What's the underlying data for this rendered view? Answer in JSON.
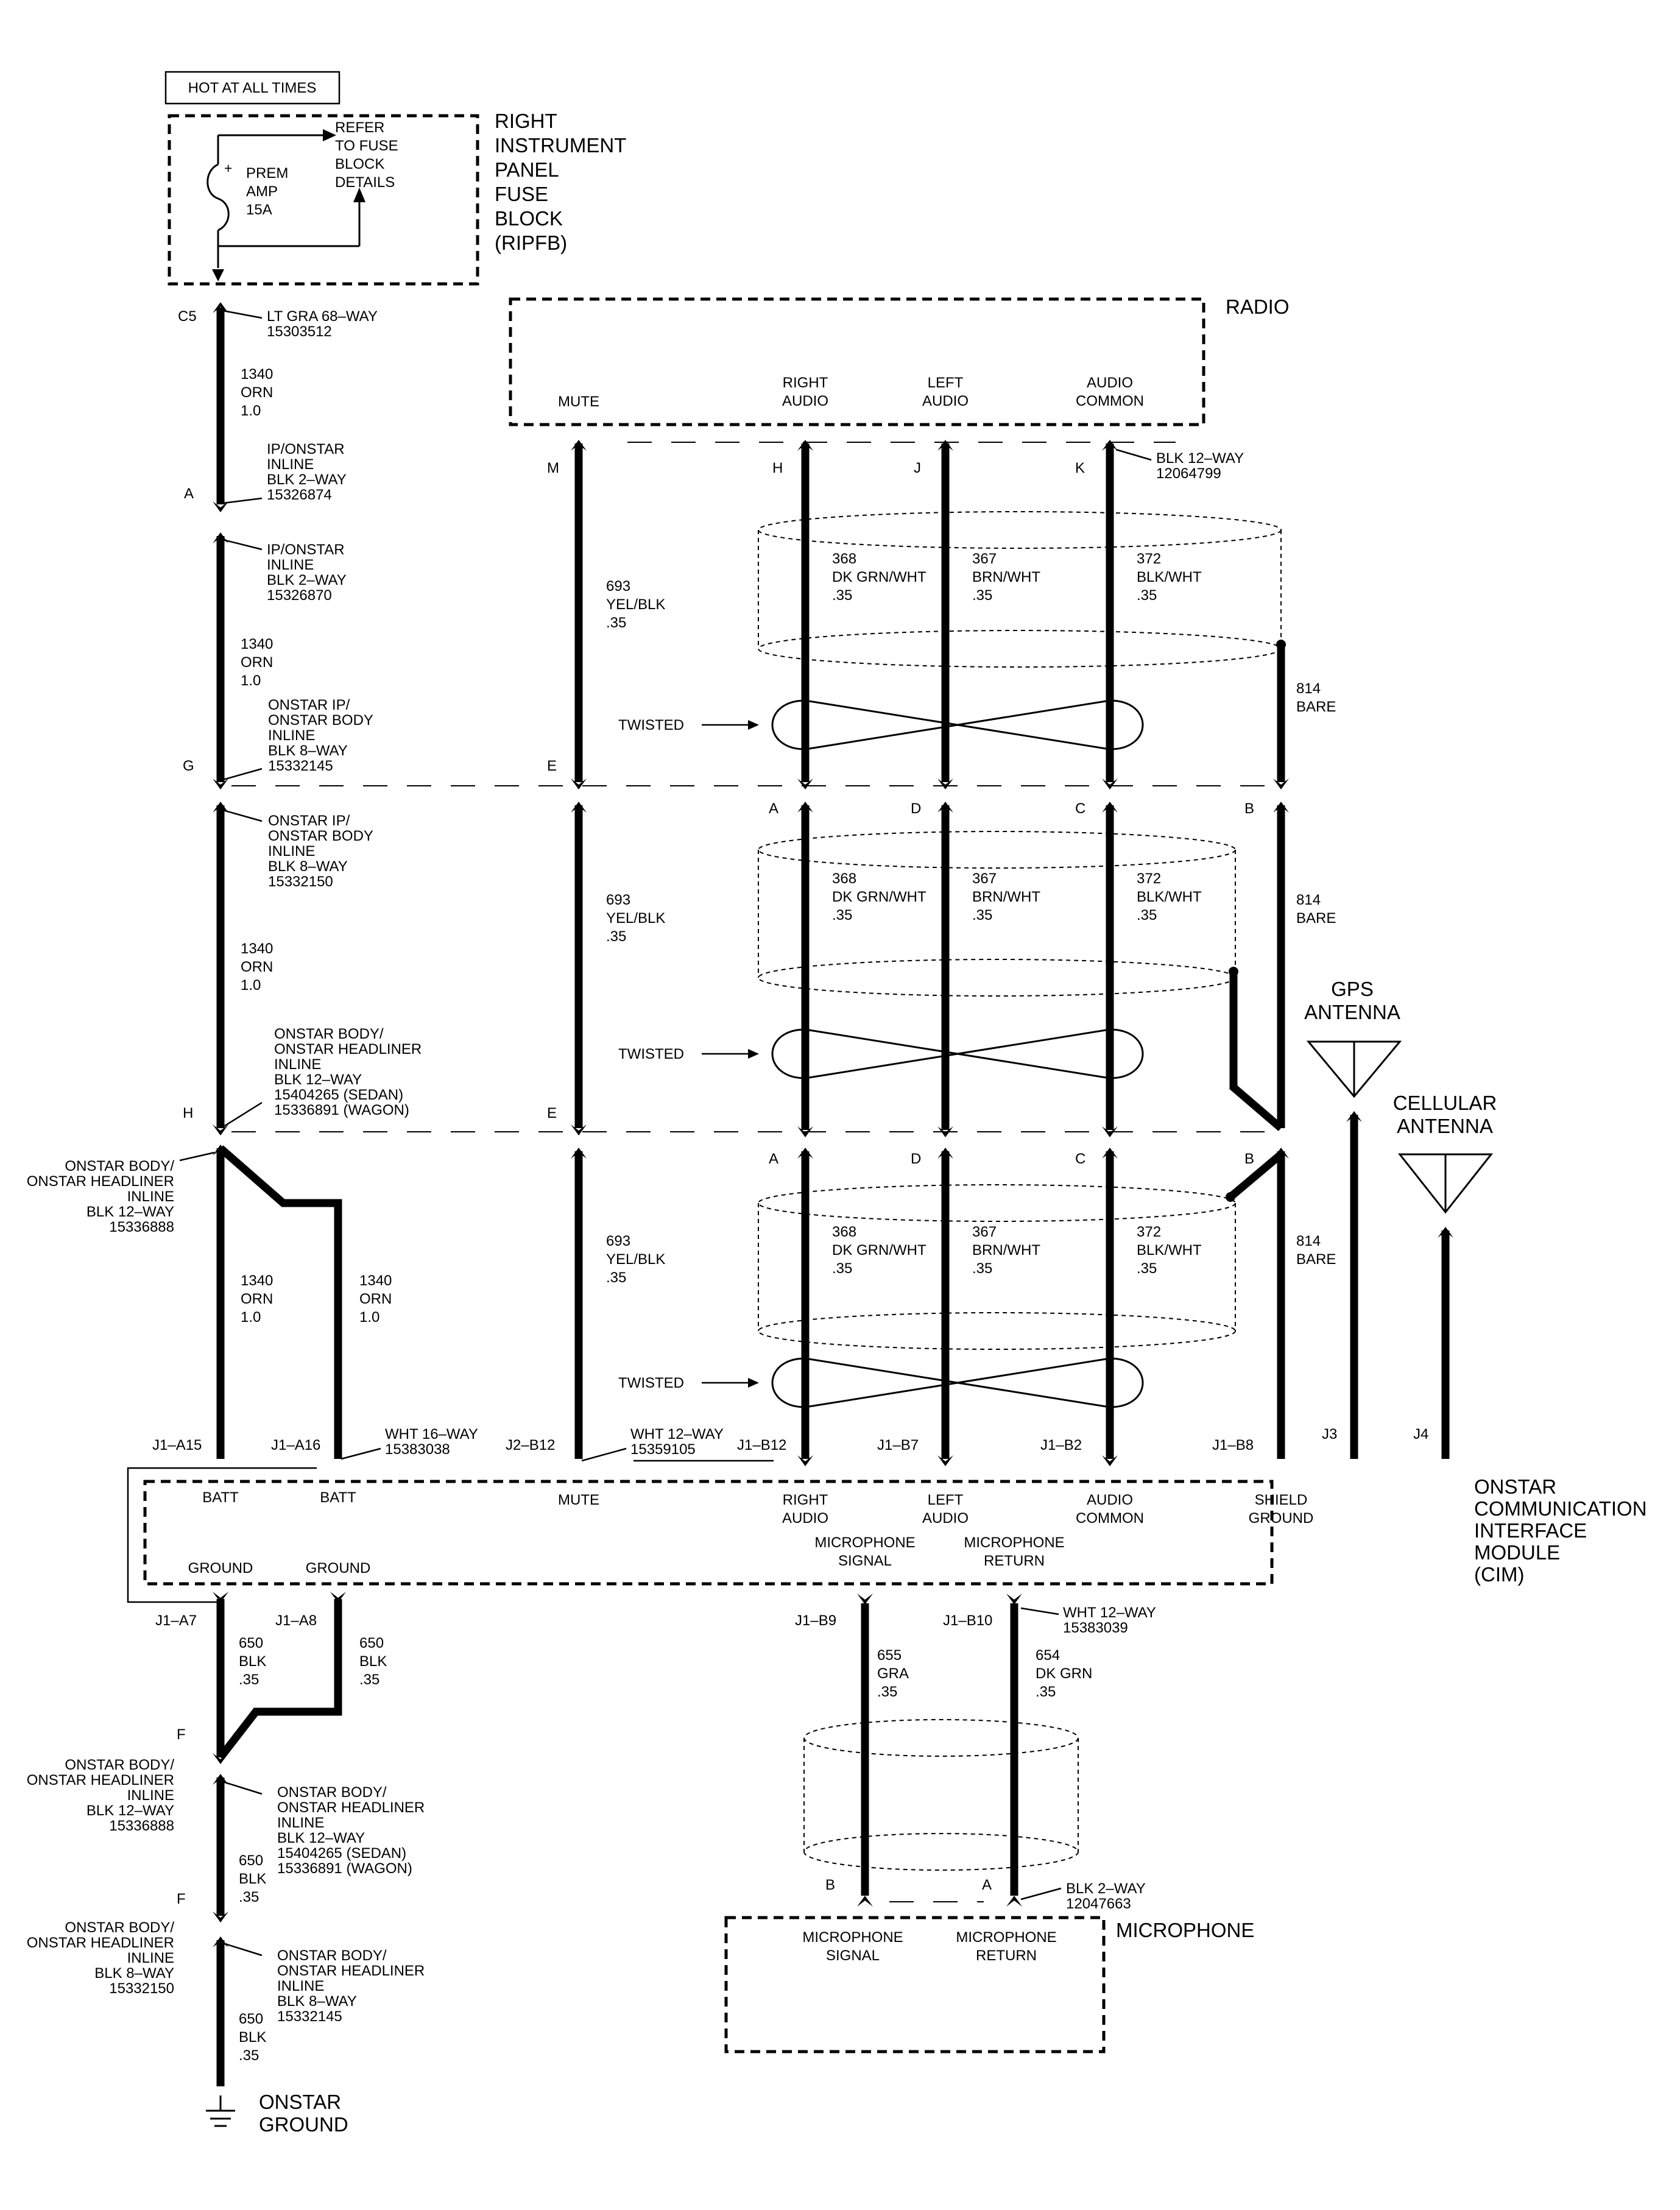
{
  "hot_label": "HOT AT ALL TIMES",
  "fuse_block": {
    "name_lines": [
      "RIGHT",
      "INSTRUMENT",
      "PANEL",
      "FUSE",
      "BLOCK",
      "(RIPFB)"
    ],
    "refer_lines": [
      "REFER",
      "TO FUSE",
      "BLOCK",
      "DETAILS"
    ],
    "fuse_lines": [
      "PREM",
      "AMP",
      "15A"
    ],
    "plus": "+"
  },
  "radio": {
    "title": "RADIO",
    "mute": "MUTE",
    "right_audio": [
      "RIGHT",
      "AUDIO"
    ],
    "left_audio": [
      "LEFT",
      "AUDIO"
    ],
    "audio_common": [
      "AUDIO",
      "COMMON"
    ],
    "connector": [
      "BLK 12–WAY",
      "12064799"
    ]
  },
  "pins": {
    "c5": "C5",
    "a": "A",
    "g": "G",
    "h": "H",
    "m": "M",
    "e1": "E",
    "e2": "E",
    "r_h": "H",
    "r_j": "J",
    "r_k": "K",
    "s1_a": "A",
    "s1_d": "D",
    "s1_c": "C",
    "s1_b": "B",
    "s2_a": "A",
    "s2_d": "D",
    "s2_c": "C",
    "s2_b": "B",
    "j1a15": "J1–A15",
    "j1a16": "J1–A16",
    "j2b12": "J2–B12",
    "j1b12": "J1–B12",
    "j1b7": "J1–B7",
    "j1b2": "J1–B2",
    "j1b8": "J1–B8",
    "j3": "J3",
    "j4": "J4",
    "j1a7": "J1–A7",
    "j1a8": "J1–A8",
    "f1": "F",
    "f2": "F",
    "j1b9": "J1–B9",
    "j1b10": "J1–B10",
    "mb": "B",
    "ma": "A"
  },
  "connectors": {
    "c5": [
      "LT GRA 68–WAY",
      "15303512"
    ],
    "ip_onstar_1": [
      "IP/ONSTAR",
      "INLINE",
      "BLK 2–WAY",
      "15326874"
    ],
    "ip_onstar_2": [
      "IP/ONSTAR",
      "INLINE",
      "BLK 2–WAY",
      "15326870"
    ],
    "onstar_ip_body_1": [
      "ONSTAR IP/",
      "ONSTAR BODY",
      "INLINE",
      "BLK 8–WAY",
      "15332145"
    ],
    "onstar_ip_body_2": [
      "ONSTAR IP/",
      "ONSTAR BODY",
      "INLINE",
      "BLK 8–WAY",
      "15332150"
    ],
    "body_headliner_1": [
      "ONSTAR BODY/",
      "ONSTAR HEADLINER",
      "INLINE",
      "BLK 12–WAY",
      "15404265 (SEDAN)",
      "15336891 (WAGON)"
    ],
    "body_headliner_2": [
      "ONSTAR BODY/",
      "ONSTAR HEADLINER",
      "INLINE",
      "BLK 12–WAY",
      "15336888"
    ],
    "cim_wht16": [
      "WHT 16–WAY",
      "15383038"
    ],
    "cim_wht12": [
      "WHT 12–WAY",
      "15359105"
    ],
    "cim_wht12_lower": [
      "WHT 12–WAY",
      "15383039"
    ],
    "gnd_left_1": [
      "ONSTAR BODY/",
      "ONSTAR HEADLINER",
      "INLINE",
      "BLK 12–WAY",
      "15336888"
    ],
    "gnd_right_1": [
      "ONSTAR BODY/",
      "ONSTAR HEADLINER",
      "INLINE",
      "BLK 12–WAY",
      "15404265 (SEDAN)",
      "15336891 (WAGON)"
    ],
    "gnd_left_2": [
      "ONSTAR BODY/",
      "ONSTAR HEADLINER",
      "INLINE",
      "BLK 8–WAY",
      "15332150"
    ],
    "gnd_right_2": [
      "ONSTAR BODY/",
      "ONSTAR HEADLINER",
      "INLINE",
      "BLK 8–WAY",
      "15332145"
    ],
    "mic": [
      "BLK 2–WAY",
      "12047663"
    ]
  },
  "wires": {
    "w1340": [
      "1340",
      "ORN",
      "1.0"
    ],
    "w693": [
      "693",
      "YEL/BLK",
      ".35"
    ],
    "w368": [
      "368",
      "DK GRN/WHT",
      ".35"
    ],
    "w367": [
      "367",
      "BRN/WHT",
      ".35"
    ],
    "w372": [
      "372",
      "BLK/WHT",
      ".35"
    ],
    "w814": [
      "814",
      "BARE"
    ],
    "w650": [
      "650",
      "BLK",
      ".35"
    ],
    "w655": [
      "655",
      "GRA",
      ".35"
    ],
    "w654": [
      "654",
      "DK GRN",
      ".35"
    ]
  },
  "twisted": "TWISTED",
  "gps": [
    "GPS",
    "ANTENNA"
  ],
  "cellular": [
    "CELLULAR",
    "ANTENNA"
  ],
  "cim": {
    "name_lines": [
      "ONSTAR",
      "COMMUNICATION",
      "INTERFACE",
      "MODULE",
      "(CIM)"
    ],
    "batt": "BATT",
    "mute": "MUTE",
    "right_audio": [
      "RIGHT",
      "AUDIO"
    ],
    "left_audio": [
      "LEFT",
      "AUDIO"
    ],
    "audio_common": [
      "AUDIO",
      "COMMON"
    ],
    "shield_ground": [
      "SHIELD",
      "GROUND"
    ],
    "ground": "GROUND",
    "mic_signal": [
      "MICROPHONE",
      "SIGNAL"
    ],
    "mic_return": [
      "MICROPHONE",
      "RETURN"
    ]
  },
  "microphone": {
    "title": "MICROPHONE",
    "signal": [
      "MICROPHONE",
      "SIGNAL"
    ],
    "return": [
      "MICROPHONE",
      "RETURN"
    ]
  },
  "onstar_ground": [
    "ONSTAR",
    "GROUND"
  ]
}
